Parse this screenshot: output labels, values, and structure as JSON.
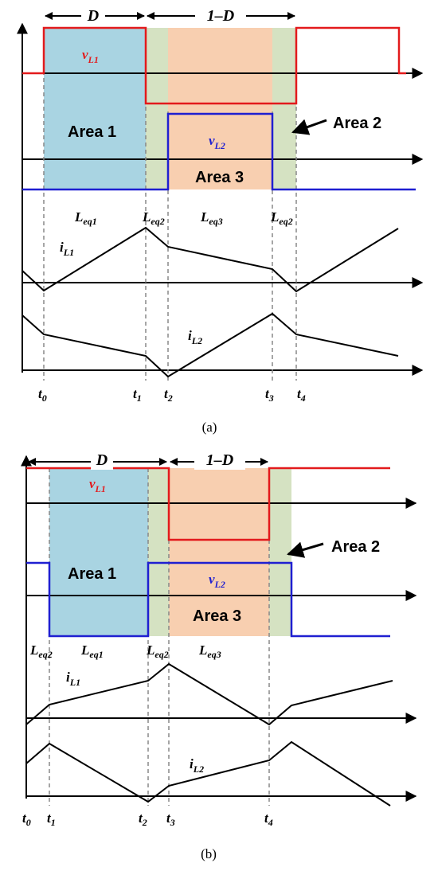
{
  "panel_a": {
    "caption": "(a)",
    "duty": "D",
    "duty_complement": "1–D",
    "area1": "Area 1",
    "area2": "Area 2",
    "area3": "Area 3",
    "vL1": {
      "main": "v",
      "sub": "L1"
    },
    "vL2": {
      "main": "v",
      "sub": "L2"
    },
    "iL1": {
      "main": "i",
      "sub": "L1"
    },
    "iL2": {
      "main": "i",
      "sub": "L2"
    },
    "leq": [
      {
        "main": "L",
        "sub": "eq1"
      },
      {
        "main": "L",
        "sub": "eq2"
      },
      {
        "main": "L",
        "sub": "eq3"
      },
      {
        "main": "L",
        "sub": "eq2"
      }
    ],
    "times": [
      {
        "main": "t",
        "sub": "0"
      },
      {
        "main": "t",
        "sub": "1"
      },
      {
        "main": "t",
        "sub": "2"
      },
      {
        "main": "t",
        "sub": "3"
      },
      {
        "main": "t",
        "sub": "4"
      }
    ]
  },
  "panel_b": {
    "caption": "(b)",
    "duty": "D",
    "duty_complement": "1–D",
    "area1": "Area 1",
    "area2": "Area 2",
    "area3": "Area 3",
    "vL1": {
      "main": "v",
      "sub": "L1"
    },
    "vL2": {
      "main": "v",
      "sub": "L2"
    },
    "iL1": {
      "main": "i",
      "sub": "L1"
    },
    "iL2": {
      "main": "i",
      "sub": "L2"
    },
    "leq": [
      {
        "main": "L",
        "sub": "eq2"
      },
      {
        "main": "L",
        "sub": "eq1"
      },
      {
        "main": "L",
        "sub": "eq2"
      },
      {
        "main": "L",
        "sub": "eq3"
      }
    ],
    "times": [
      {
        "main": "t",
        "sub": "0"
      },
      {
        "main": "t",
        "sub": "1"
      },
      {
        "main": "t",
        "sub": "2"
      },
      {
        "main": "t",
        "sub": "3"
      },
      {
        "main": "t",
        "sub": "4"
      }
    ]
  },
  "colors": {
    "vL1": "#e31a1c",
    "vL2": "#1f1fd1",
    "area1": "#a9d4e2",
    "area2": "#d5e2c2",
    "area3": "#f8cfb0",
    "dashed": "#888888"
  }
}
